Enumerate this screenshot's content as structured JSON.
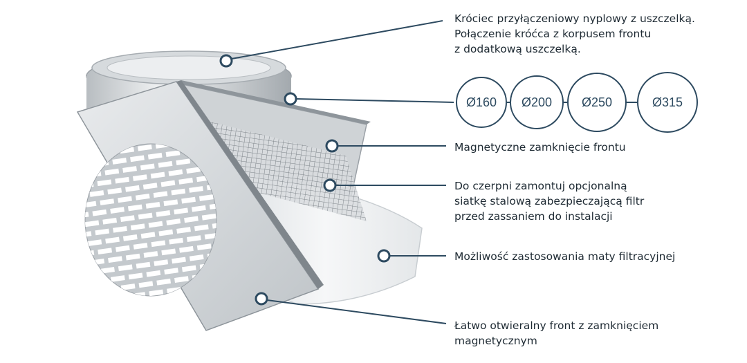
{
  "colors": {
    "accent": "#2d4a60",
    "text": "#1e2a33",
    "metal_light": "#e7e9eb",
    "metal_dark": "#9aa0a6",
    "filter": "#f3f5f6"
  },
  "callouts": [
    {
      "lines": [
        "Króciec przyłączeniowy nyplowy z uszczelką.",
        "Połączenie króćca z korpusem frontu",
        "z dodatkową uszczelką."
      ]
    },
    {
      "lines": [
        "Magnetyczne zamknięcie frontu"
      ]
    },
    {
      "lines": [
        "Do czerpni zamontuj opcjonalną",
        "siatkę stalową zabezpieczającą filtr",
        "przed zassaniem do instalacji"
      ]
    },
    {
      "lines": [
        "Możliwość zastosowania maty filtracyjnej"
      ]
    },
    {
      "lines": [
        "Łatwo otwieralny front z zamknięciem",
        "magnetycznym"
      ]
    }
  ],
  "diameters": [
    "Ø160",
    "Ø200",
    "Ø250",
    "Ø315"
  ]
}
